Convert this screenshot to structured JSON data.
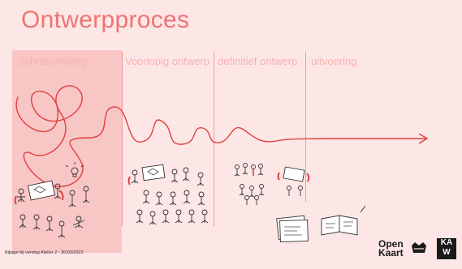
{
  "slide": {
    "title": "Ontwerpproces",
    "phases": [
      "Schetsontwerp",
      "Voorlopig ontwerp",
      "definitief ontwerp",
      "uitvoering"
    ],
    "footnote": "Bijlage bij verslag Atelier 2 - 30/03/2023",
    "logos": {
      "open_kaart_line1": "Open",
      "open_kaart_line2": "Kaart",
      "kaw": "KA W"
    }
  },
  "colors": {
    "accent": "#ef7373",
    "background": "#fde6e6",
    "highlight": "#f9c6c6",
    "phase_text": "#f7b2b2"
  },
  "icons": [
    "people-group-illustration",
    "sketchbook-illustration",
    "lightbulb-icon",
    "crown-logo-icon"
  ]
}
